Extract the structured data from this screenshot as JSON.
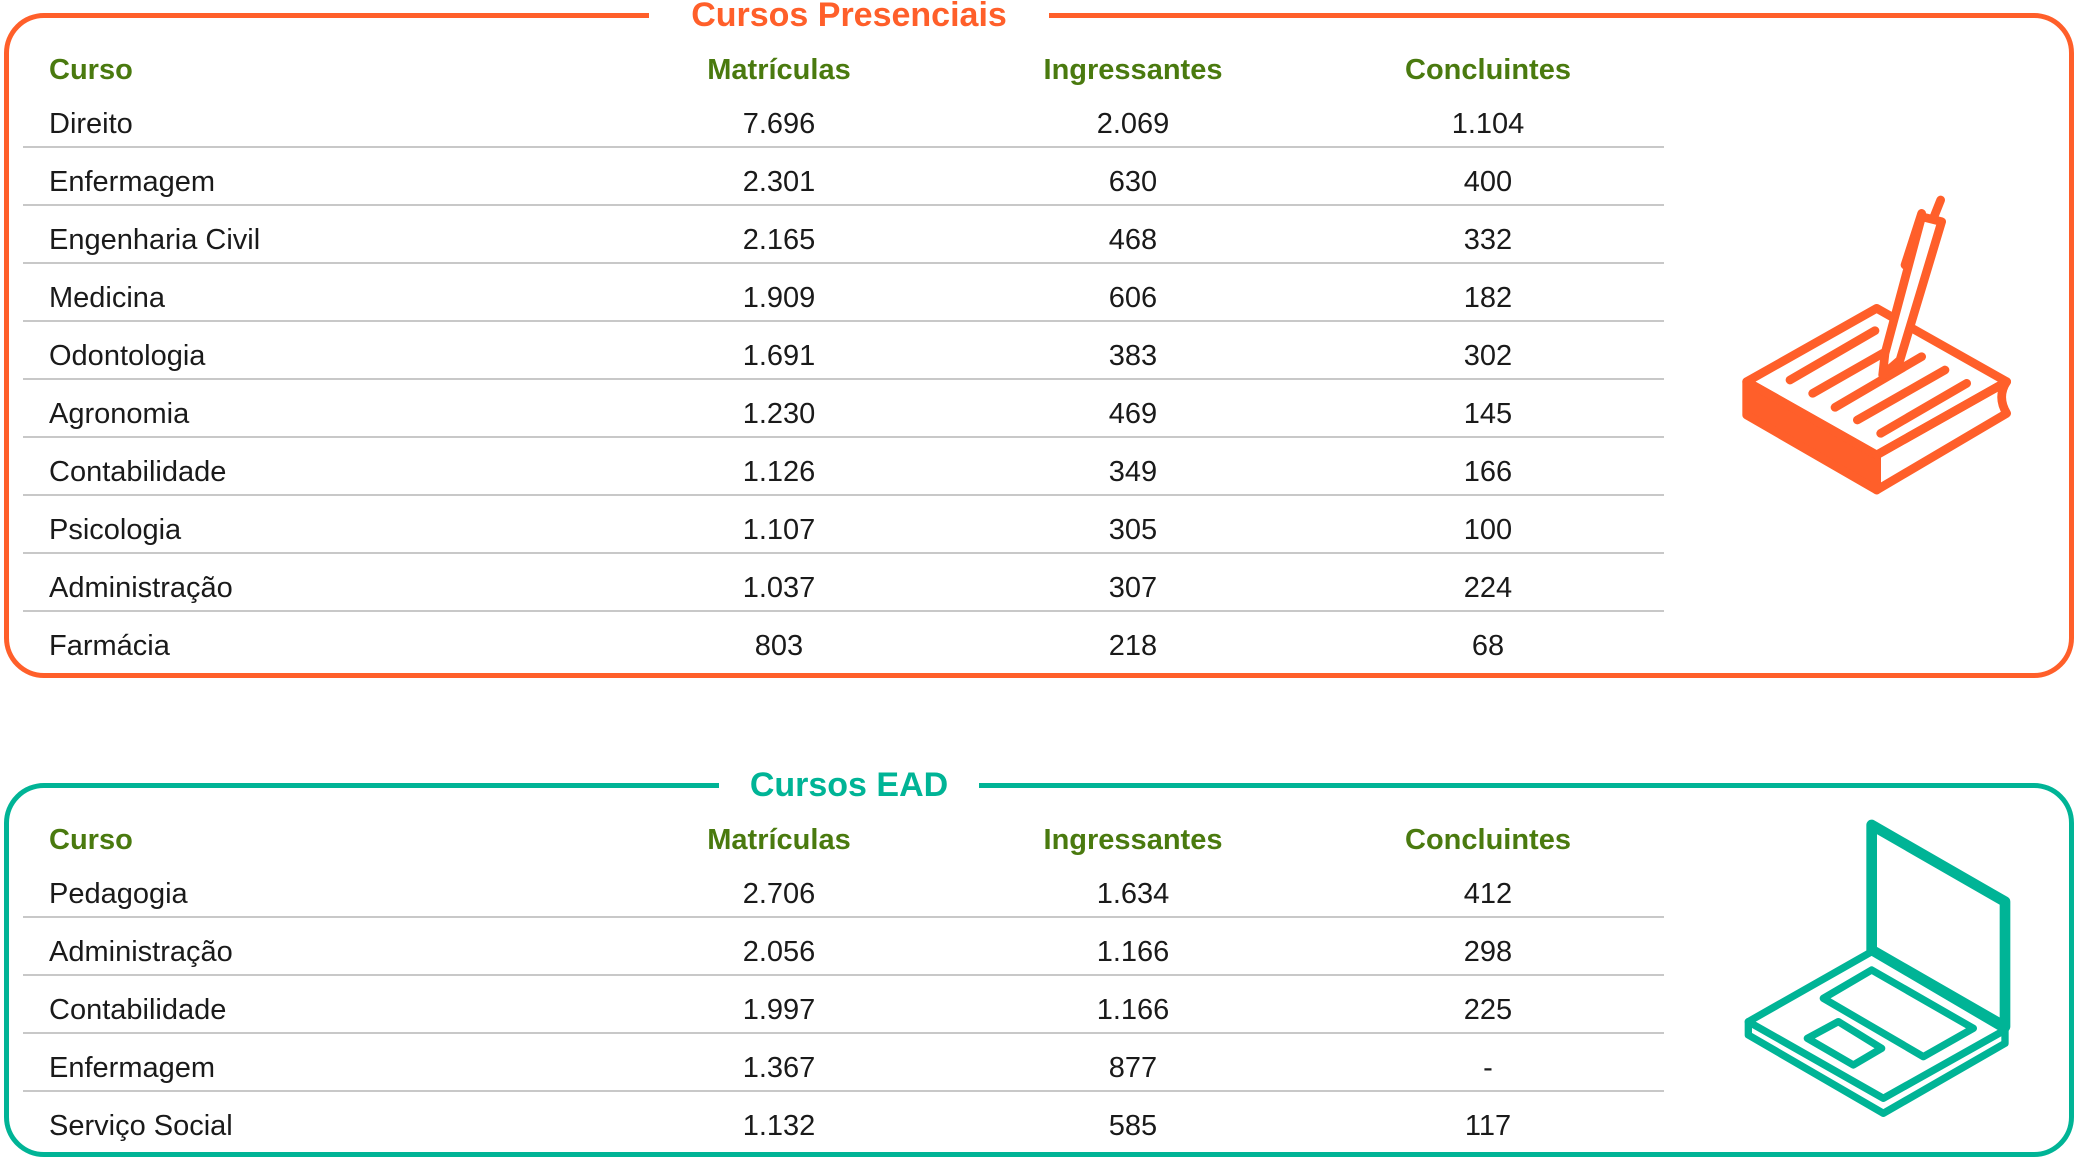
{
  "colors": {
    "presencial": "#FF5F2A",
    "ead": "#00B496",
    "header": "#4A7A0F"
  },
  "presencial": {
    "title": "Cursos Presenciais",
    "icon": "book-pen-icon",
    "headers": [
      "Curso",
      "Matrículas",
      "Ingressantes",
      "Concluintes"
    ],
    "rows": [
      [
        "Direito",
        "7.696",
        "2.069",
        "1.104"
      ],
      [
        "Enfermagem",
        "2.301",
        "630",
        "400"
      ],
      [
        "Engenharia Civil",
        "2.165",
        "468",
        "332"
      ],
      [
        "Medicina",
        "1.909",
        "606",
        "182"
      ],
      [
        "Odontologia",
        "1.691",
        "383",
        "302"
      ],
      [
        "Agronomia",
        "1.230",
        "469",
        "145"
      ],
      [
        "Contabilidade",
        "1.126",
        "349",
        "166"
      ],
      [
        "Psicologia",
        "1.107",
        "305",
        "100"
      ],
      [
        "Administração",
        "1.037",
        "307",
        "224"
      ],
      [
        "Farmácia",
        "803",
        "218",
        "68"
      ]
    ]
  },
  "ead": {
    "title": "Cursos EAD",
    "icon": "laptop-icon",
    "headers": [
      "Curso",
      "Matrículas",
      "Ingressantes",
      "Concluintes"
    ],
    "rows": [
      [
        "Pedagogia",
        "2.706",
        "1.634",
        "412"
      ],
      [
        "Administração",
        "2.056",
        "1.166",
        "298"
      ],
      [
        "Contabilidade",
        "1.997",
        "1.166",
        "225"
      ],
      [
        "Enfermagem",
        "1.367",
        "877",
        "-"
      ],
      [
        "Serviço Social",
        "1.132",
        "585",
        "117"
      ]
    ]
  }
}
